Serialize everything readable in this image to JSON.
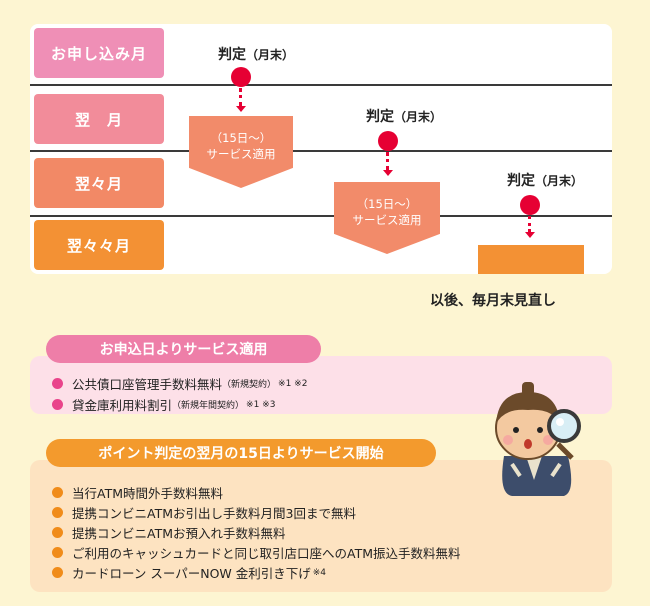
{
  "timeline": {
    "rows": [
      {
        "label": "お申し込み月",
        "color": "#ef8fb6"
      },
      {
        "label": "翌　月",
        "color": "#f28c9a"
      },
      {
        "label": "翌々月",
        "color": "#f28966"
      },
      {
        "label": "翌々々月",
        "color": "#f39134"
      }
    ],
    "judgements": [
      {
        "main": "判定",
        "sub": "（月末）"
      },
      {
        "main": "判定",
        "sub": "（月末）"
      },
      {
        "main": "判定",
        "sub": "（月末）"
      }
    ],
    "service_boxes": [
      {
        "line1": "（15日〜）",
        "line2": "サービス適用"
      },
      {
        "line1": "（15日〜）",
        "line2": "サービス適用"
      }
    ],
    "after_note": "以後、毎月末見直し"
  },
  "section1": {
    "title": "お申込日よりサービス適用",
    "items": [
      {
        "text": "公共債口座管理手数料無料",
        "small": "（新規契約）",
        "notes": "※1 ※2"
      },
      {
        "text": "貸金庫利用料割引",
        "small": "（新規年間契約）",
        "notes": "※1 ※3"
      }
    ],
    "bullet_color": "#e9448b"
  },
  "section2": {
    "title": "ポイント判定の翌月の15日よりサービス開始",
    "items": [
      {
        "text": "当行ATM時間外手数料無料",
        "notes": ""
      },
      {
        "text": "提携コンビニATMお引出し手数料月間3回まで無料",
        "notes": ""
      },
      {
        "text": "提携コンビニATMお預入れ手数料無料",
        "notes": ""
      },
      {
        "text": "ご利用のキャッシュカードと同じ取引店口座へのATM振込手数料無料",
        "notes": ""
      },
      {
        "text": "カードローン スーパーNOW 金利引き下げ",
        "notes": "※4"
      }
    ],
    "bullet_color": "#f08c1a"
  }
}
